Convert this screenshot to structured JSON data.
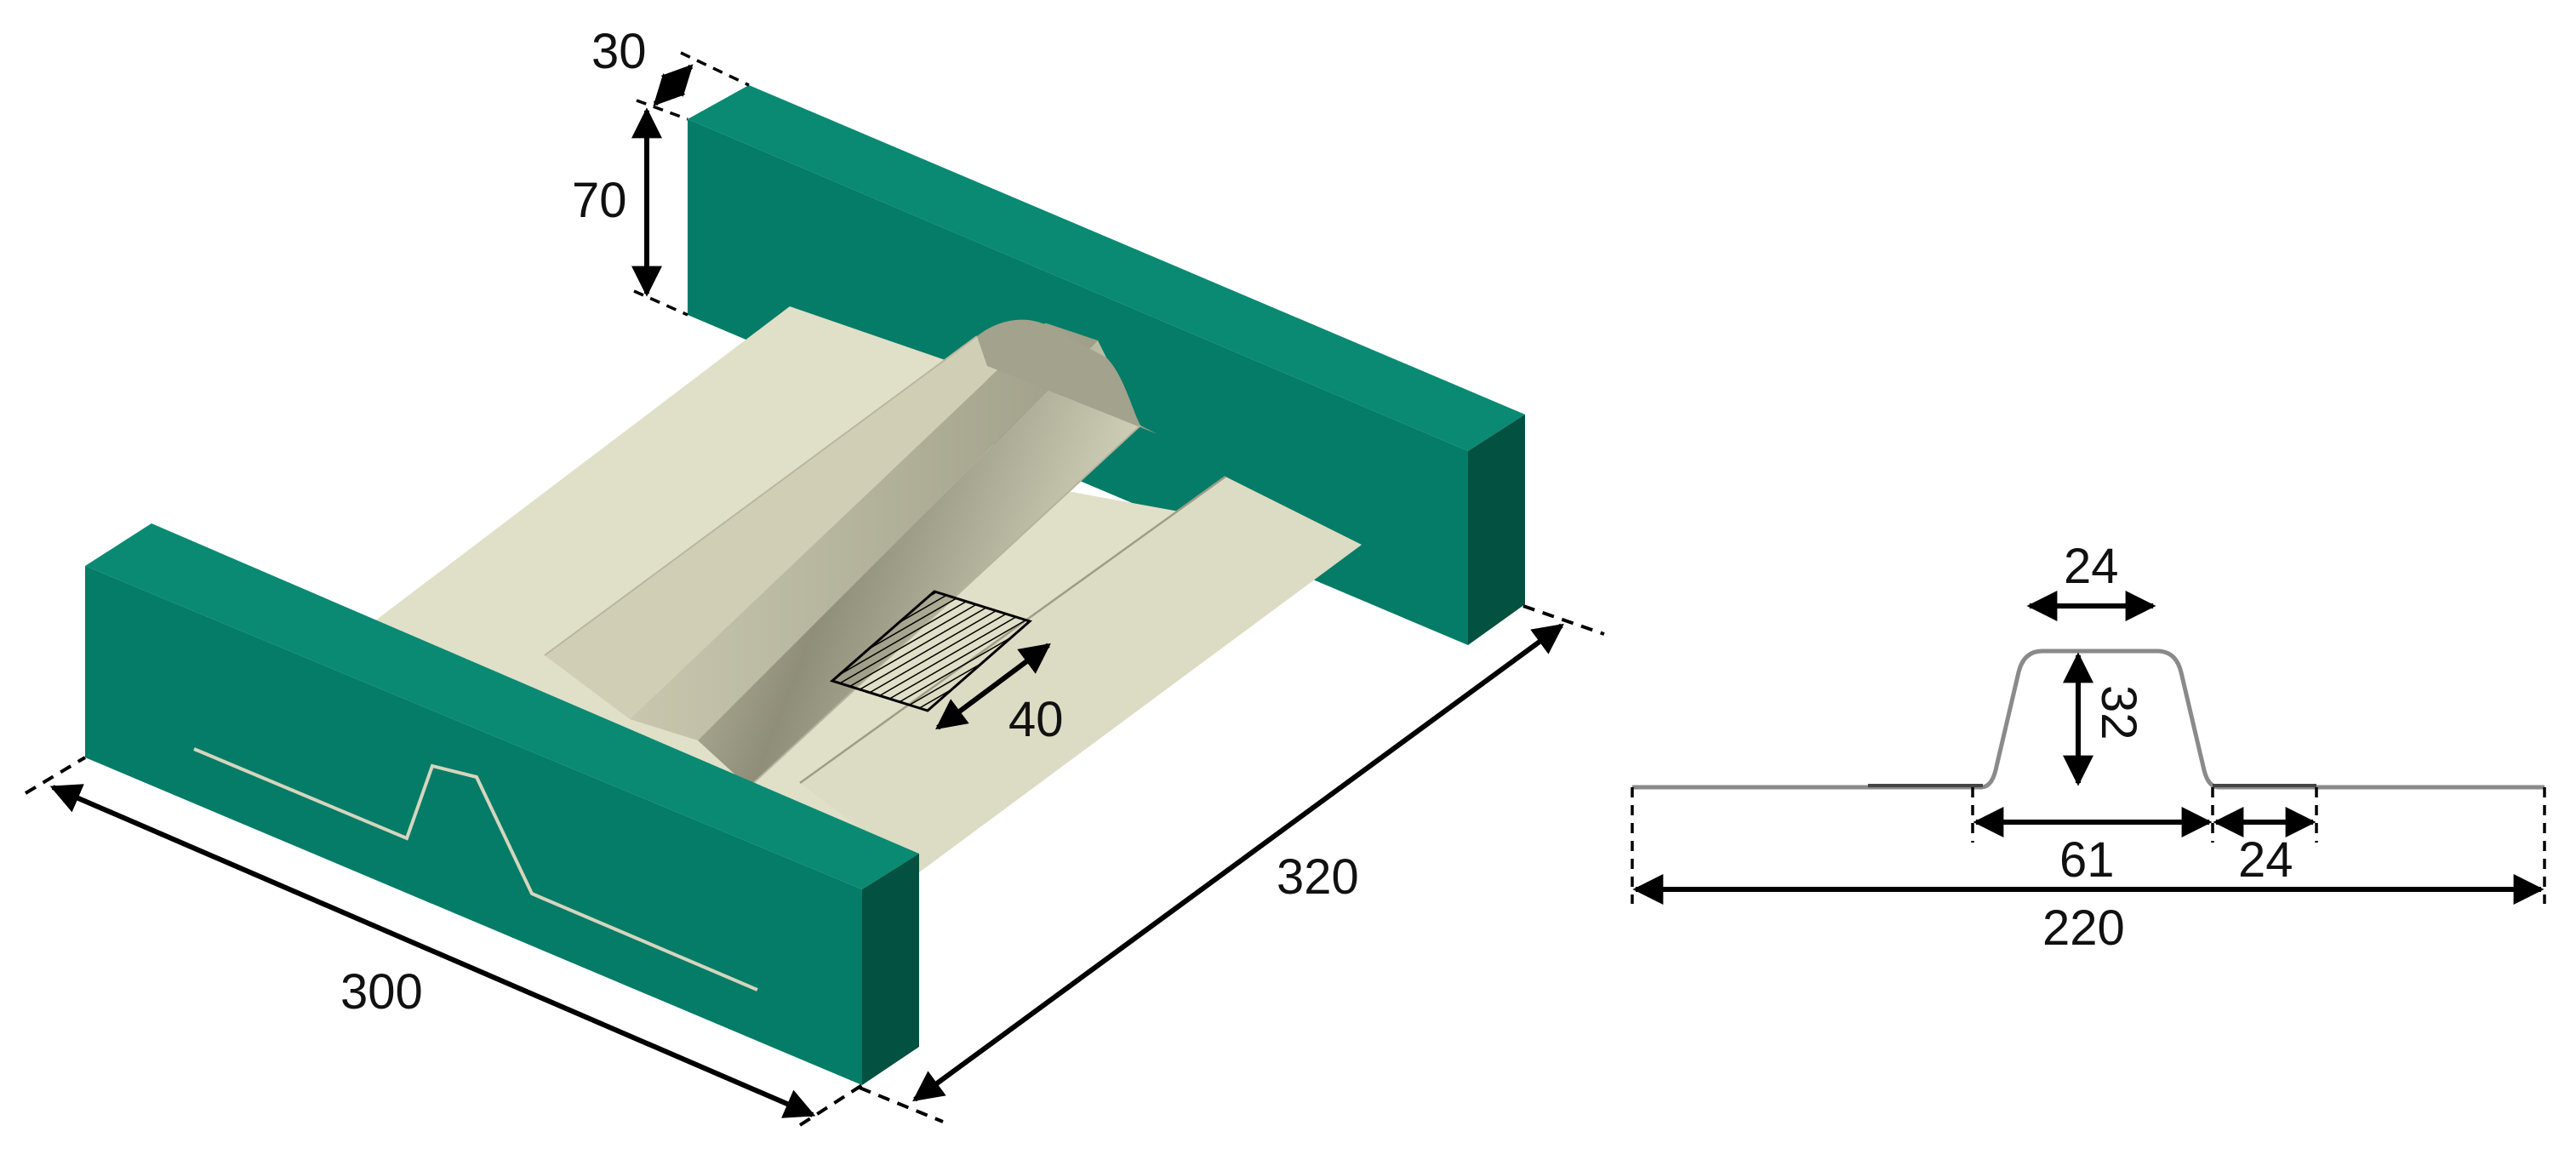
{
  "colors": {
    "wall_face": "#047C67",
    "wall_side": "#035140",
    "wall_top": "#0A8A73",
    "plate_light": "#E0DFC8",
    "plate_shade": "#A6A58F",
    "hat_dark": "#9A9A84",
    "background_3d": "#FFFFFF",
    "profile_line": "#8A8A8A",
    "dimension": "#000000"
  },
  "iso_view": {
    "wall_thickness": "30",
    "wall_height": "70",
    "impact_width": "40",
    "length": "320",
    "width": "300"
  },
  "section_view": {
    "top_width": "24",
    "hat_height": "32",
    "base_width": "61",
    "flange_width": "24",
    "total_width": "220"
  }
}
